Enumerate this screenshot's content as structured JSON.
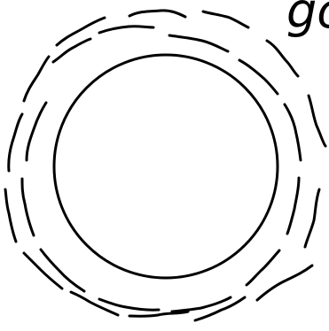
{
  "corner_text": "go",
  "colors": {
    "stroke": "#000000",
    "background": "#ffffff"
  },
  "icons": {
    "inner_circle": "circle-outline",
    "outer_ring": "wavy-dashed-ring"
  }
}
